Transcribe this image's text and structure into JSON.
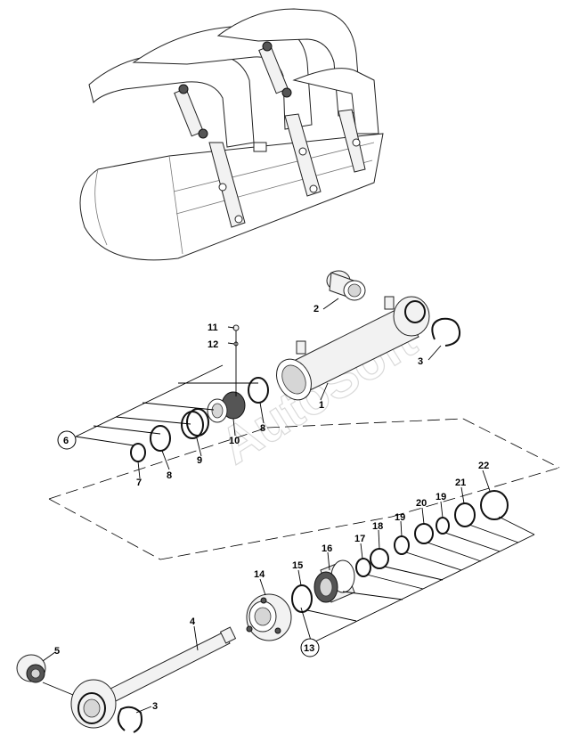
{
  "watermark": "AutoSoft",
  "labels": {
    "p1": "1",
    "p2": "2",
    "p3a": "3",
    "p3b": "3",
    "p4": "4",
    "p5": "5",
    "p6": "6",
    "p7": "7",
    "p8a": "8",
    "p8b": "8",
    "p9": "9",
    "p10": "10",
    "p11": "11",
    "p12": "12",
    "p13": "13",
    "p14": "14",
    "p15": "15",
    "p16": "16",
    "p17": "17",
    "p18": "18",
    "p19a": "19",
    "p19b": "19",
    "p20": "20",
    "p21": "21",
    "p22": "22"
  }
}
